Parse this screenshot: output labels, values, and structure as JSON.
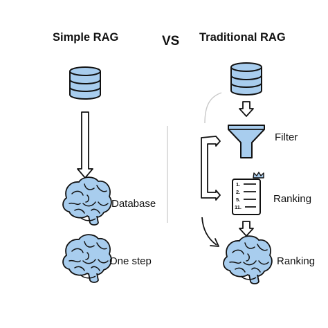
{
  "titles": {
    "left": "Simple RAG",
    "vs": "VS",
    "right": "Traditional RAG"
  },
  "labels": {
    "database": "Database",
    "one_step": "One step",
    "filter": "Filter",
    "ranking_1": "Ranking",
    "ranking_2": "Ranking"
  },
  "list_items": [
    "1.",
    "2.",
    "5.",
    "11."
  ],
  "icons": {
    "database": "database-icon",
    "brain": "brain-icon",
    "funnel": "funnel-icon",
    "ranked_list": "ranked-list-icon",
    "crown": "crown-icon"
  },
  "colors": {
    "fill_blue": "#a8cdee",
    "stroke": "#111111",
    "divider": "#c9c9c9"
  }
}
